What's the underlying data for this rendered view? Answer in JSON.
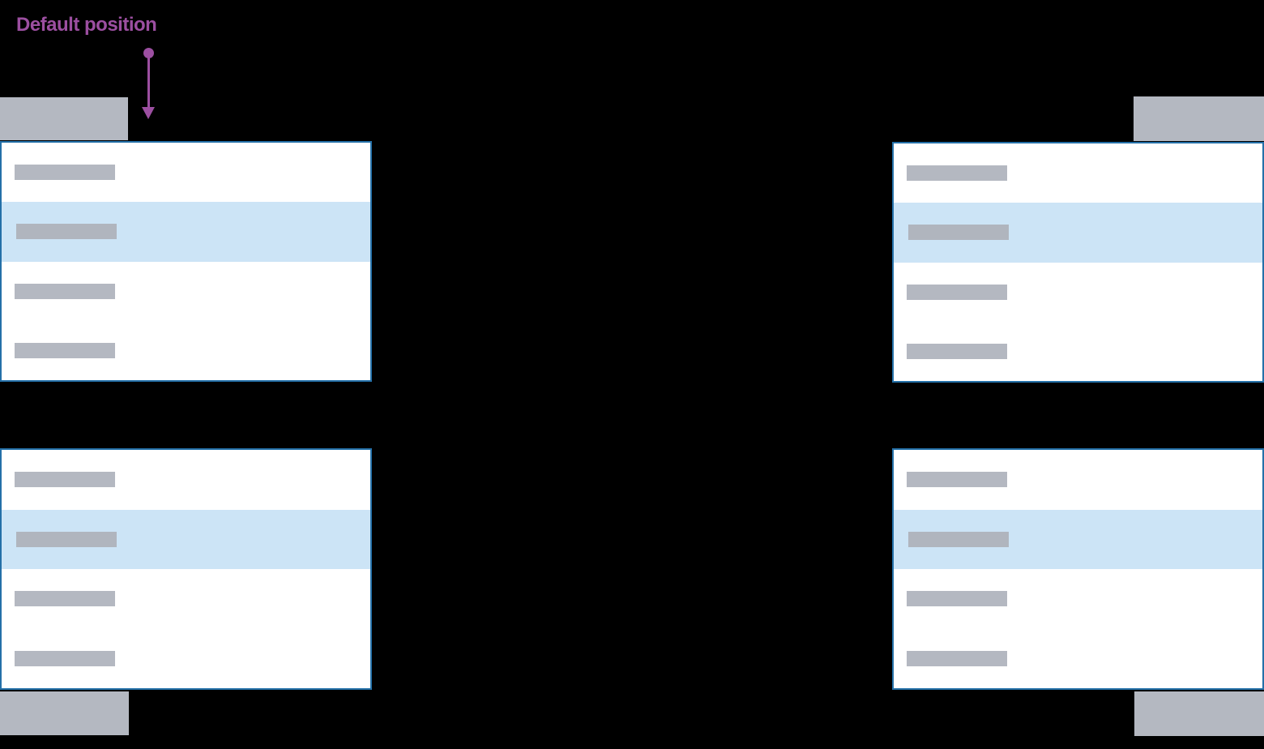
{
  "figure": {
    "annotation": {
      "label": "Default position"
    }
  },
  "colors": {
    "background": "#000000",
    "annotation_purple": "#9c4fa1",
    "menu_border_blue": "#2470a8",
    "menu_background": "#ffffff",
    "highlighted_row_blue": "#cce4f6",
    "placeholder_gray": "#b4b8c1"
  },
  "examples": [
    {
      "id": "top-left",
      "trigger": "top-left",
      "menu_position": "below-trigger-left-aligned",
      "menu_rows": 4,
      "highlighted_row": 2
    },
    {
      "id": "top-right",
      "trigger": "top-right",
      "menu_position": "below-trigger-right-aligned",
      "menu_rows": 4,
      "highlighted_row": 2
    },
    {
      "id": "bottom-left",
      "trigger": "bottom-left",
      "menu_position": "above-trigger-left-aligned",
      "menu_rows": 4,
      "highlighted_row": 2
    },
    {
      "id": "bottom-right",
      "trigger": "bottom-right",
      "menu_position": "above-trigger-right-aligned",
      "menu_rows": 4,
      "highlighted_row": 2
    }
  ]
}
